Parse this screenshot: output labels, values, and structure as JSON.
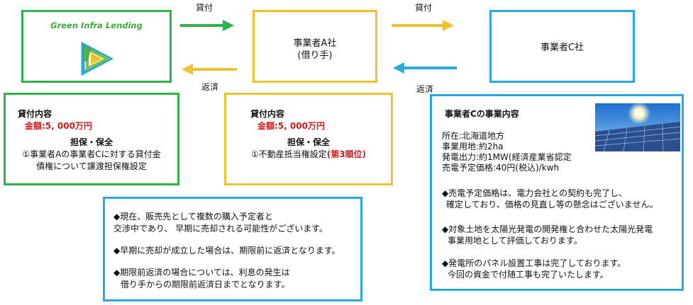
{
  "logo": {
    "text": "Green Infra Lending"
  },
  "company_a": {
    "line1": "事業者A社",
    "line2": "(借り手)"
  },
  "company_c": {
    "name": "事業者C社"
  },
  "arrows": {
    "loan_top_left": "貸付",
    "loan_top_right": "貸付",
    "repay_left": "返済",
    "repay_right": "返済"
  },
  "loan1": {
    "heading": "貸付内容",
    "amount": "金額:5, 000万円",
    "collateral_heading": "担保・保全",
    "collateral_line1": "①事業者Aの事業者Cに対する貸付金",
    "collateral_line2": "債権について譲渡担保権設定"
  },
  "loan2": {
    "heading": "貸付内容",
    "amount": "金額:5, 000万円",
    "collateral_heading": "担保・保全",
    "collateral_text": "①不動産抵当権設定",
    "collateral_highlight": "(第3順位)"
  },
  "info": {
    "line1": "◆現在、販売先として複数の購入予定者と",
    "line2": "交渉中であり、 早期に売却される可能性がございます。",
    "line3": "◆早期に売却が成立した場合は、期限前に返済となります。",
    "line4": "◆期限前返済の場合については、利息の発生は",
    "line5": "借り手からの期限前返済日までとなります。"
  },
  "c_detail": {
    "heading": "事業者Cの事業内容",
    "location": "所在:北海道地方",
    "land": "事業用地:約2ha",
    "output": "発電出力:約1MW(経済産業省認定",
    "price": "売電予定価格:40円(税込)/kwh",
    "bullet1_line1": "◆売電予定価格は、電力会社との契約も完了し、",
    "bullet1_line2": "確定しており、価格の見直し等の懸念はございません。",
    "bullet2_line1": "◆対象土地を太陽光発電の開発権と合わせた太陽光発電",
    "bullet2_line2": "事業用地として評価しております。",
    "bullet3_line1": "◆発電所のパネル設置工事は完了しております。",
    "bullet3_line2": "今回の資金で付随工事も完了いたします。"
  },
  "colors": {
    "green": "#2db34a",
    "yellow": "#f2c12e",
    "blue": "#2aa8e0",
    "red": "#d6191b"
  }
}
